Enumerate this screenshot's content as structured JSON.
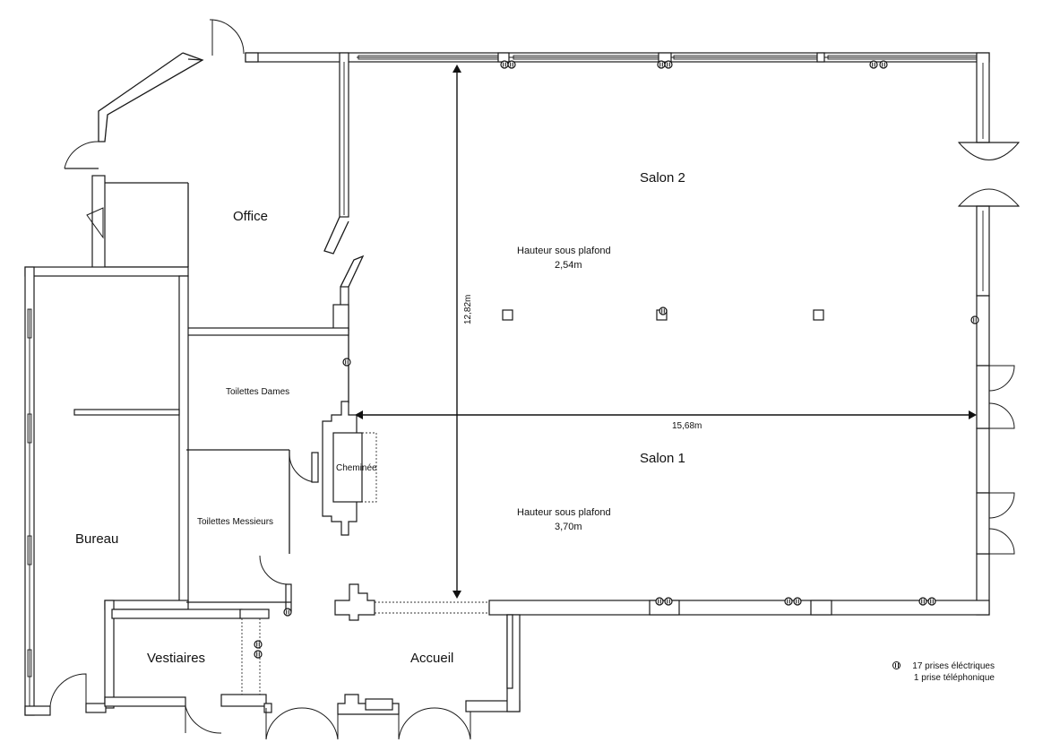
{
  "rooms": {
    "office": "Office",
    "salon2": "Salon 2",
    "salon1": "Salon 1",
    "bureau": "Bureau",
    "toilettes_dames": "Toilettes Dames",
    "toilettes_messieurs": "Toilettes Messieurs",
    "cheminee": "Cheminée",
    "vestiaires": "Vestiaires",
    "accueil": "Accueil"
  },
  "notes": {
    "salon2_ceiling_label": "Hauteur sous plafond",
    "salon2_ceiling_value": "2,54m",
    "salon1_ceiling_label": "Hauteur sous plafond",
    "salon1_ceiling_value": "3,70m"
  },
  "dimensions": {
    "depth": "12,82m",
    "width": "15,68m"
  },
  "legend": {
    "outlets": "17 prises éléctriques",
    "phone": "1 prise téléphonique",
    "outlet_icon": "outlet-icon"
  }
}
